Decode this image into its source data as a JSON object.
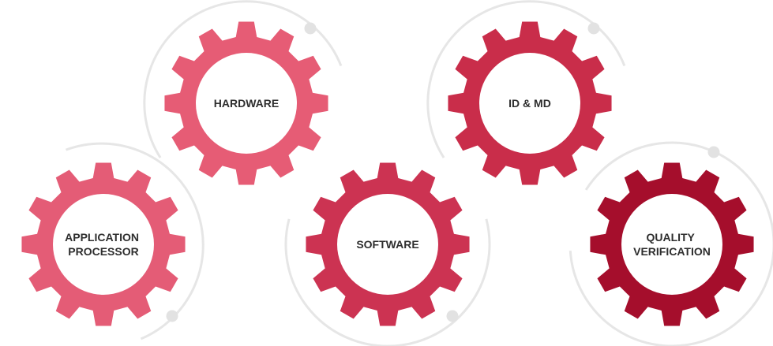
{
  "diagram": {
    "gears": [
      {
        "id": "application-processor",
        "lines": [
          "APPLICATION",
          "PROCESSOR"
        ],
        "color": "#E45C76"
      },
      {
        "id": "hardware",
        "lines": [
          "HARDWARE"
        ],
        "color": "#E65C75"
      },
      {
        "id": "software",
        "lines": [
          "SOFTWARE"
        ],
        "color": "#CC3352"
      },
      {
        "id": "id-md",
        "lines": [
          "ID & MD"
        ],
        "color": "#C92D4A"
      },
      {
        "id": "quality-verification",
        "lines": [
          "QUALITY",
          "VERIFICATION"
        ],
        "color": "#A50E2C"
      }
    ],
    "ring_color": "#E6E6E6",
    "dot_color": "#E2E2E2"
  }
}
